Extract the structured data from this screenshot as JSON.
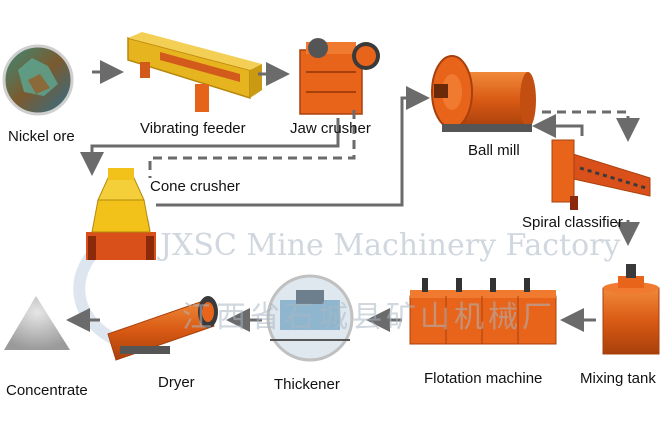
{
  "labels": {
    "nickel_ore": "Nickel ore",
    "vibrating_feeder": "Vibrating feeder",
    "jaw_crusher": "Jaw crusher",
    "ball_mill": "Ball mill",
    "cone_crusher": "Cone crusher",
    "spiral_classifier": "Spiral classifier",
    "mixing_tank": "Mixing tank",
    "flotation_machine": "Flotation machine",
    "thickener": "Thickener",
    "dryer": "Dryer",
    "concentrate": "Concentrate"
  },
  "watermark": {
    "text": "JXSC Mine Machinery Factory",
    "chinese": "江西省石城县矿山机械厂"
  },
  "colors": {
    "machine_orange": "#e8641a",
    "feeder_yellow": "#e6b41e",
    "arrow_gray": "#6b6b6b",
    "watermark": "#aab7c4"
  }
}
